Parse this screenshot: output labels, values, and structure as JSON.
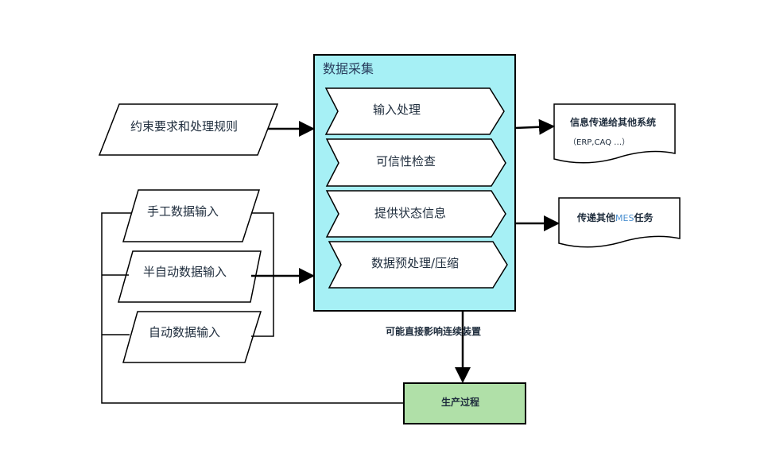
{
  "diagram": {
    "inputs": {
      "constraints": "约束要求和处理规则",
      "manual": "手工数据输入",
      "semi_auto": "半自动数据输入",
      "auto": "自动数据输入"
    },
    "collection": {
      "title": "数据采集",
      "steps": [
        "输入处理",
        "可信性检查",
        "提供状态信息",
        "数据预处理/压缩"
      ]
    },
    "outputs": {
      "other_systems": "信息传递给其他系统",
      "other_systems_note": "（ERP,CAQ …）",
      "mes_prefix": "传递其他",
      "mes_code": "MES",
      "mes_suffix": "任务"
    },
    "link_label": "可能直接影响连续装置",
    "process": "生产过程"
  },
  "colors": {
    "collection_fill": "#a6f0f5",
    "process_fill": "#b0e0a8",
    "stroke": "#000000",
    "text": "#1f2d3d",
    "mes_code": "#4a8fd0"
  }
}
